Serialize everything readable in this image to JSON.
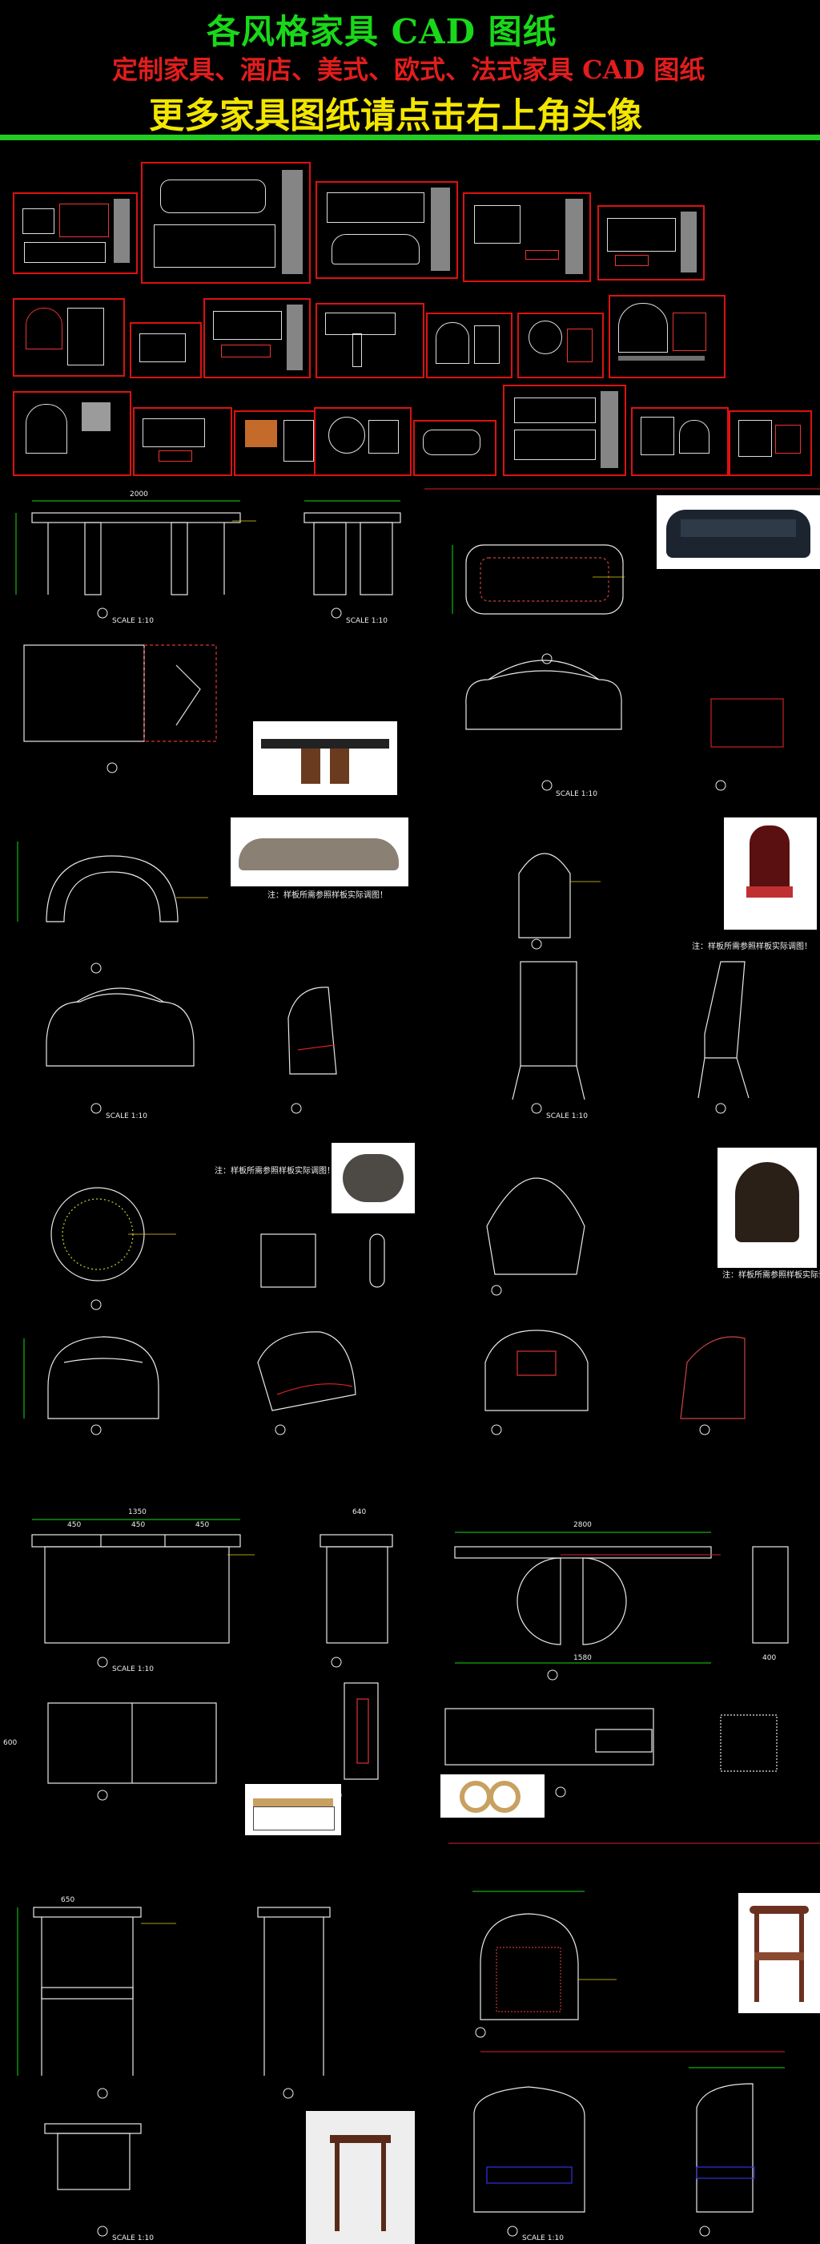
{
  "header": {
    "title": "各风格家具 CAD 图纸",
    "subtitle": "定制家具、酒店、美式、欧式、法式家具 CAD 图纸",
    "cta": "更多家具图纸请点击右上角头像"
  },
  "colors": {
    "background": "#000000",
    "title": "#19d819",
    "subtitle": "#e11d1d",
    "cta": "#f3e600",
    "bar": "#22cc22"
  },
  "notes": [
    "注：样板所需参照样板实际调图！",
    "注：样板所需参照样板实际调图！",
    "注：样板所需参照样板实际调图！",
    "注：样板所需参照样板实际调图！"
  ],
  "dims": {
    "d2000": "2000",
    "d1350": "1350",
    "d450a": "450",
    "d450b": "450",
    "d450c": "450",
    "d640": "640",
    "d2800": "2800",
    "d1580": "1580",
    "d400": "400",
    "d650": "650",
    "d600": "600"
  },
  "scales": [
    "SCALE 1:10",
    "SCALE 1:10",
    "SCALE 1:10",
    "SCALE 1:10",
    "SCALE 1:10",
    "SCALE 1:10",
    "SCALE 1:10",
    "SCALE 1:10"
  ]
}
